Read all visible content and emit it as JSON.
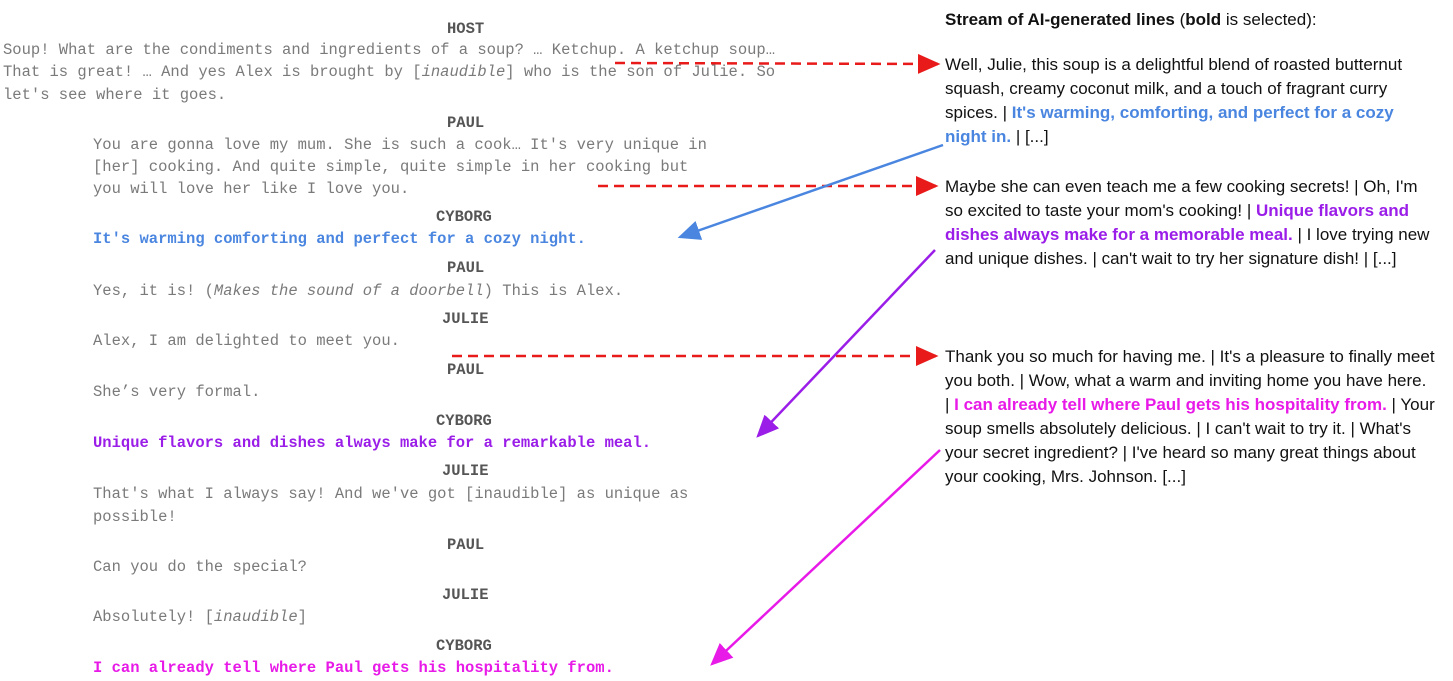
{
  "colors": {
    "blue": "#4a86e0",
    "purple": "#9b1de8",
    "magenta": "#e81ae8",
    "red": "#e81a1a"
  },
  "script": {
    "host_speaker": "HOST",
    "host_line1": "Soup! What are the condiments and ingredients of a soup? … Ketchup. A ketchup soup…",
    "host_line2_a": "That is great! … And yes Alex is brought by [",
    "host_line2_b": "inaudible",
    "host_line2_c": "] who is the son of Julie. So",
    "host_line3": "let's see where it goes.",
    "paul1_speaker": "PAUL",
    "paul1_line1": "You are gonna love my mum. She is such a cook… It's very unique in",
    "paul1_line2": "[her] cooking. And quite simple, quite simple in her cooking but",
    "paul1_line3": "you will love her like I love you.",
    "cyborg1_speaker": "CYBORG",
    "cyborg1_line": "It's warming comforting and perfect for a cozy night.",
    "paul2_speaker": "PAUL",
    "paul2_a": "Yes, it is! (",
    "paul2_b": "Makes the sound of a doorbell",
    "paul2_c": ") This is Alex.",
    "julie1_speaker": "JULIE",
    "julie1_line": "Alex, I am delighted to meet you.",
    "paul3_speaker": "PAUL",
    "paul3_line": "She’s very formal.",
    "cyborg2_speaker": "CYBORG",
    "cyborg2_line": "Unique flavors and dishes always make for a remarkable meal.",
    "julie2_speaker": "JULIE",
    "julie2_line1": "That's what I always say! And we've got [inaudible] as unique as",
    "julie2_line2": "possible!",
    "paul4_speaker": "PAUL",
    "paul4_line": "Can you do the special?",
    "julie3_speaker": "JULIE",
    "julie3_a": "Absolutely! [",
    "julie3_b": "inaudible",
    "julie3_c": "]",
    "cyborg3_speaker": "CYBORG",
    "cyborg3_line": "I can already tell where Paul gets his hospitality from."
  },
  "stream": {
    "title_a": "Stream of AI-generated lines",
    "title_b": " (",
    "title_c": "bold",
    "title_d": " is selected):",
    "block1_a": "Well, Julie, this soup is a delightful blend of roasted butternut squash, creamy coconut milk, and a touch of fragrant curry spices. | ",
    "block1_sel": "It's warming, comforting, and perfect for a cozy night in.",
    "block1_c": " | [...]",
    "block2_a": "Maybe she can even teach me a few cooking secrets! | Oh, I'm so excited to taste your mom's cooking! | ",
    "block2_sel": "Unique flavors and dishes always make for a memorable meal.",
    "block2_c": " | I love trying new and unique dishes. | can't wait to try her signature dish! | [...]",
    "block3_a": "Thank you so much for having me. | It's a pleasure to finally meet you both. | Wow, what a warm and inviting home you have here. | ",
    "block3_sel": "I can already tell where Paul gets his hospitality from.",
    "block3_c": " | Your soup smells absolutely delicious. | I can't wait to try it. | What's your secret ingredient? | I've heard so many great things about your cooking, Mrs. Johnson. [...]"
  }
}
